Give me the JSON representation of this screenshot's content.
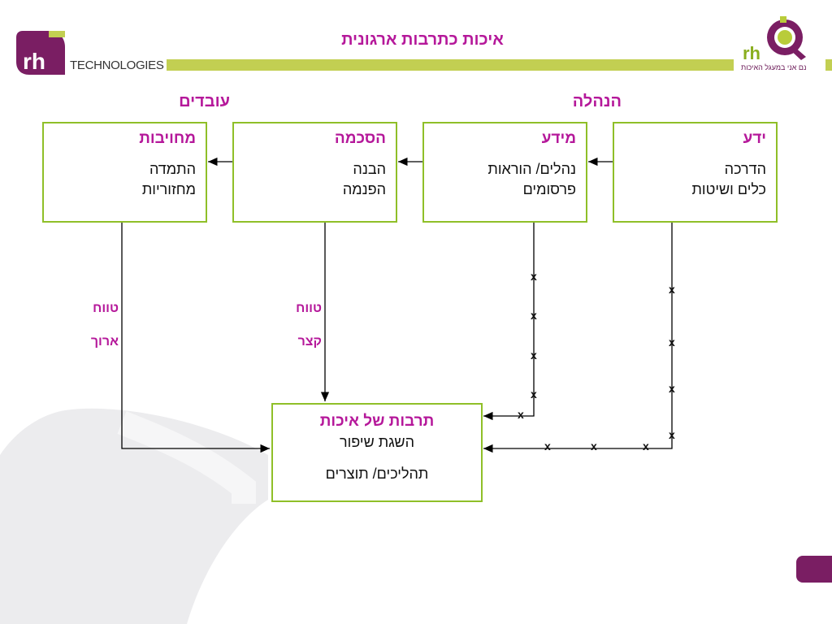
{
  "title": "איכות כתרבות ארגונית",
  "logo_left": {
    "mark": "rh",
    "text": "TECHNOLOGIES"
  },
  "logo_right": {
    "mark": "rh",
    "tagline": "נם אני במעגל האיכות"
  },
  "groups": {
    "employees": "עובדים",
    "management": "הנהלה"
  },
  "boxes": [
    {
      "title": "ידע",
      "lines": [
        "הדרכה",
        "כלים ושיטות"
      ]
    },
    {
      "title": "מידע",
      "lines": [
        "נהלים/ הוראות",
        "פרסומים"
      ]
    },
    {
      "title": "הסכמה",
      "lines": [
        "הבנה",
        "הפנמה"
      ]
    },
    {
      "title": "מחויבות",
      "lines": [
        "התמדה",
        "מחזוריות"
      ]
    }
  ],
  "side_labels": {
    "short": [
      "טווח",
      "קצר"
    ],
    "long": [
      "טווח",
      "ארוך"
    ]
  },
  "result": {
    "title": "תרבות של איכות",
    "lines": [
      "השגת שיפור",
      "תהליכים/ תוצרים"
    ]
  },
  "marker": "x",
  "colors": {
    "accent": "#b5189a",
    "border": "#8fbf28",
    "brand_purple": "#7a1e63",
    "brand_green": "#b9cc3a"
  }
}
